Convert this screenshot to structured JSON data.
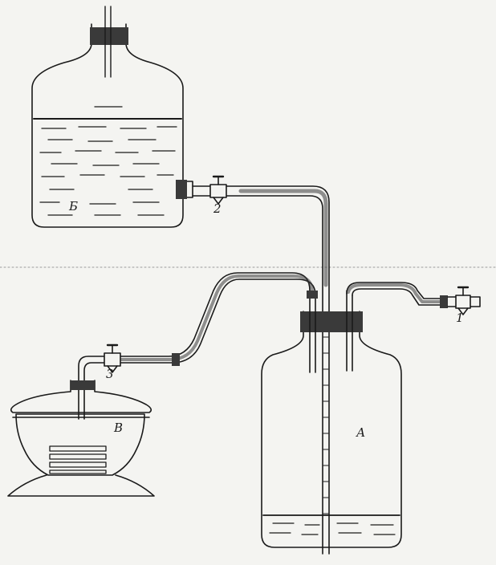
{
  "labels": {
    "vessel_a": "А",
    "vessel_b": "Б",
    "vessel_v": "В",
    "stopcock_1": "1",
    "stopcock_2": "2",
    "stopcock_3": "3"
  },
  "colors": {
    "ink": "#1a1a1a",
    "paper": "#f4f4f1",
    "stopper": "#3a3a3a"
  }
}
